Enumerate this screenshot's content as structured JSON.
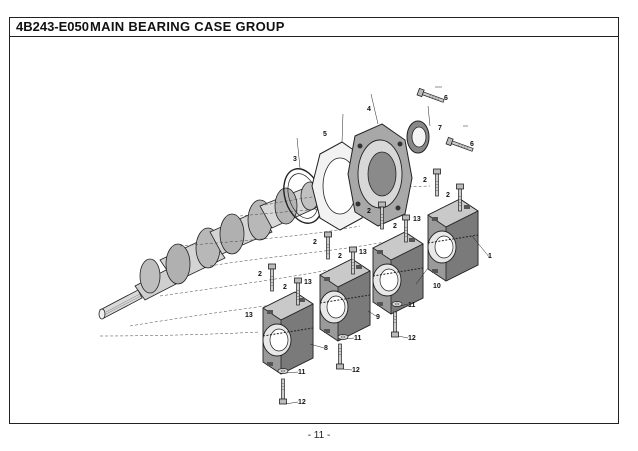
{
  "header": {
    "code": "4B243-E050",
    "title": "MAIN BEARING CASE GROUP"
  },
  "callouts": {
    "c1": "1",
    "c2": "2",
    "c3": "3",
    "c4": "4",
    "c5": "5",
    "c6": "6",
    "c7": "7",
    "c8": "8",
    "c9": "9",
    "c10": "10",
    "c11": "11",
    "c12": "12",
    "c13": "13"
  },
  "footer": {
    "page_number": "- 11 -"
  }
}
